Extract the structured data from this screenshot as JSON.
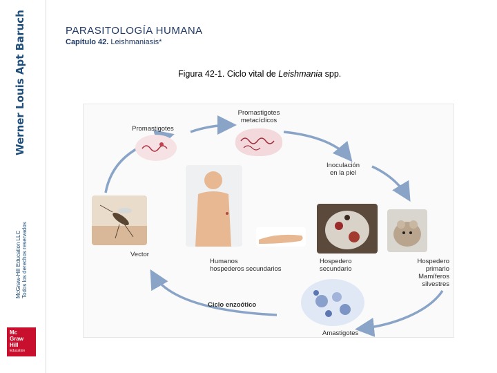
{
  "sidebar": {
    "author": "Werner Louis Apt Baruch",
    "copyright_line1": "McGraw-Hill Education LLC",
    "copyright_line2": "Todos los derechos reservados",
    "logo": {
      "line1": "Mc",
      "line2": "Graw",
      "line3": "Hill",
      "line4": "Education",
      "color": "#c8102e"
    }
  },
  "header": {
    "book_title": "PARASITOLOGÍA HUMANA",
    "chapter_label": "Capítulo 42.",
    "chapter_name": "Leishmaniasis*"
  },
  "figure": {
    "caption_prefix": "Figura 42-1. Ciclo vital de ",
    "caption_species": "Leishmania",
    "caption_suffix": " spp.",
    "labels": {
      "promastigotes": "Promastigotes",
      "metacyclic_1": "Promastigotes",
      "metacyclic_2": "metacíclicos",
      "inoculation_1": "Inoculación",
      "inoculation_2": "en la piel",
      "vector": "Vector",
      "humans_1": "Humanos",
      "humans_2": "hospederos secundarios",
      "secondary_host_1": "Hospedero",
      "secondary_host_2": "secundario",
      "primary_host_1": "Hospedero",
      "primary_host_2": "primario",
      "primary_host_3": "Mamíferos",
      "primary_host_4": "silvestres",
      "enzootic": "Ciclo enzoótico",
      "amastigotes": "Amastigotes"
    }
  }
}
